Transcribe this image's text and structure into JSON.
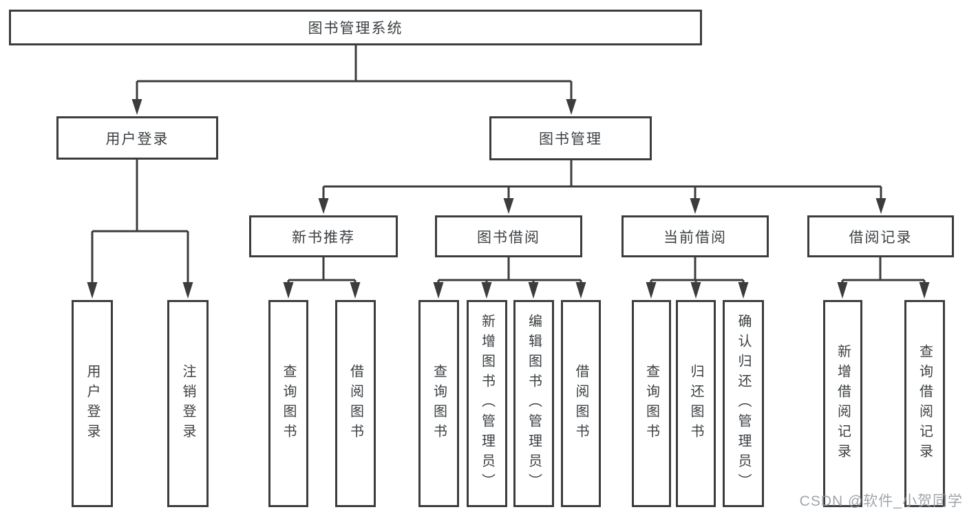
{
  "diagram": {
    "root": {
      "label": "图书管理系统"
    },
    "branches": [
      {
        "label": "用户登录",
        "children": [
          "用户登录",
          "注销登录"
        ]
      },
      {
        "label": "图书管理",
        "children": [
          {
            "label": "新书推荐",
            "children": [
              "查询图书",
              "借阅图书"
            ]
          },
          {
            "label": "图书借阅",
            "children": [
              "查询图书",
              "新增图书（管理员）",
              "编辑图书（管理员）",
              "借阅图书"
            ]
          },
          {
            "label": "当前借阅",
            "children": [
              "查询图书",
              "归还图书",
              "确认归还（管理员）"
            ]
          },
          {
            "label": "借阅记录",
            "children": [
              "新增借阅记录",
              "查询借阅记录"
            ]
          }
        ]
      }
    ]
  },
  "watermark": {
    "text": "CSDN @软件_小贺同学"
  },
  "colors": {
    "line": "#3c3c3c",
    "text": "#3c4043",
    "background": "#ffffff",
    "watermark": "#969ba1"
  }
}
